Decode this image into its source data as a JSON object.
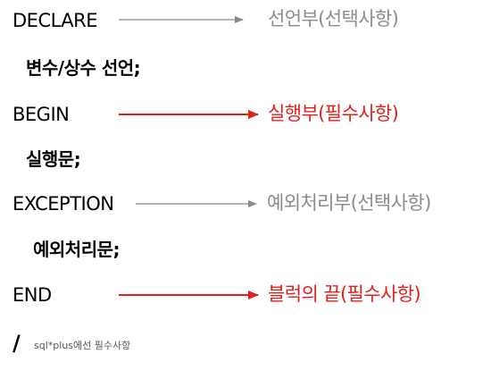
{
  "colors": {
    "optional": "#8c8c8c",
    "required": "#e0211d",
    "text": "#000000"
  },
  "sections": [
    {
      "keyword": "DECLARE",
      "description": "선언부(선택사항)",
      "kind": "optional"
    },
    {
      "keyword": "BEGIN",
      "description": "실행부(필수사항)",
      "kind": "required"
    },
    {
      "keyword": "EXCEPTION",
      "description": "예외처리부(선택사항)",
      "kind": "optional"
    },
    {
      "keyword": "END",
      "description": "블럭의 끝(필수사항)",
      "kind": "required"
    }
  ],
  "body_lines": [
    "변수/상수 선언;",
    "실행문;",
    "예외처리문;"
  ],
  "footer": {
    "slash": "/",
    "note": "sql*plus에선 필수사항"
  }
}
